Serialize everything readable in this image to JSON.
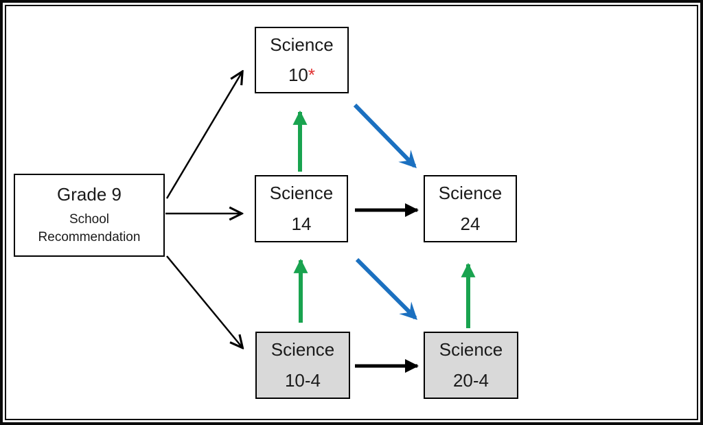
{
  "colors": {
    "background": "#FFFFFF",
    "frame_border": "#0A0A0A",
    "box_border": "#000000",
    "box_gray_fill": "#D9D9D9",
    "arrow_black": "#000000",
    "arrow_green": "#19A34F",
    "arrow_blue": "#1B70C0",
    "asterisk_red": "#E03131"
  },
  "diagram": {
    "nodes": {
      "grade9": {
        "title": "Grade 9",
        "subtitle": "School Recommendation"
      },
      "science10": {
        "title": "Science",
        "code": "10",
        "flag": "*"
      },
      "science14": {
        "title": "Science",
        "code": "14"
      },
      "science24": {
        "title": "Science",
        "code": "24"
      },
      "science10_4": {
        "title": "Science",
        "code": "10-4"
      },
      "science20_4": {
        "title": "Science",
        "code": "20-4"
      }
    },
    "edges": [
      {
        "from": "grade9",
        "to": "science10",
        "style": "thin-open-arrow",
        "color": "#000000"
      },
      {
        "from": "grade9",
        "to": "science14",
        "style": "thin-open-arrow",
        "color": "#000000"
      },
      {
        "from": "grade9",
        "to": "science10_4",
        "style": "thin-open-arrow",
        "color": "#000000"
      },
      {
        "from": "science14",
        "to": "science10",
        "style": "thick-up-arrow",
        "color": "#19A34F"
      },
      {
        "from": "science10_4",
        "to": "science14",
        "style": "thick-up-arrow",
        "color": "#19A34F"
      },
      {
        "from": "science20_4",
        "to": "science24",
        "style": "thick-up-arrow",
        "color": "#19A34F"
      },
      {
        "from": "science10",
        "to": "science24",
        "style": "thick-diagonal",
        "color": "#1B70C0"
      },
      {
        "from": "science14",
        "to": "science20_4",
        "style": "thick-diagonal",
        "color": "#1B70C0"
      },
      {
        "from": "science14",
        "to": "science24",
        "style": "thick-right-arrow",
        "color": "#000000"
      },
      {
        "from": "science10_4",
        "to": "science20_4",
        "style": "thick-right-arrow",
        "color": "#000000"
      }
    ]
  }
}
